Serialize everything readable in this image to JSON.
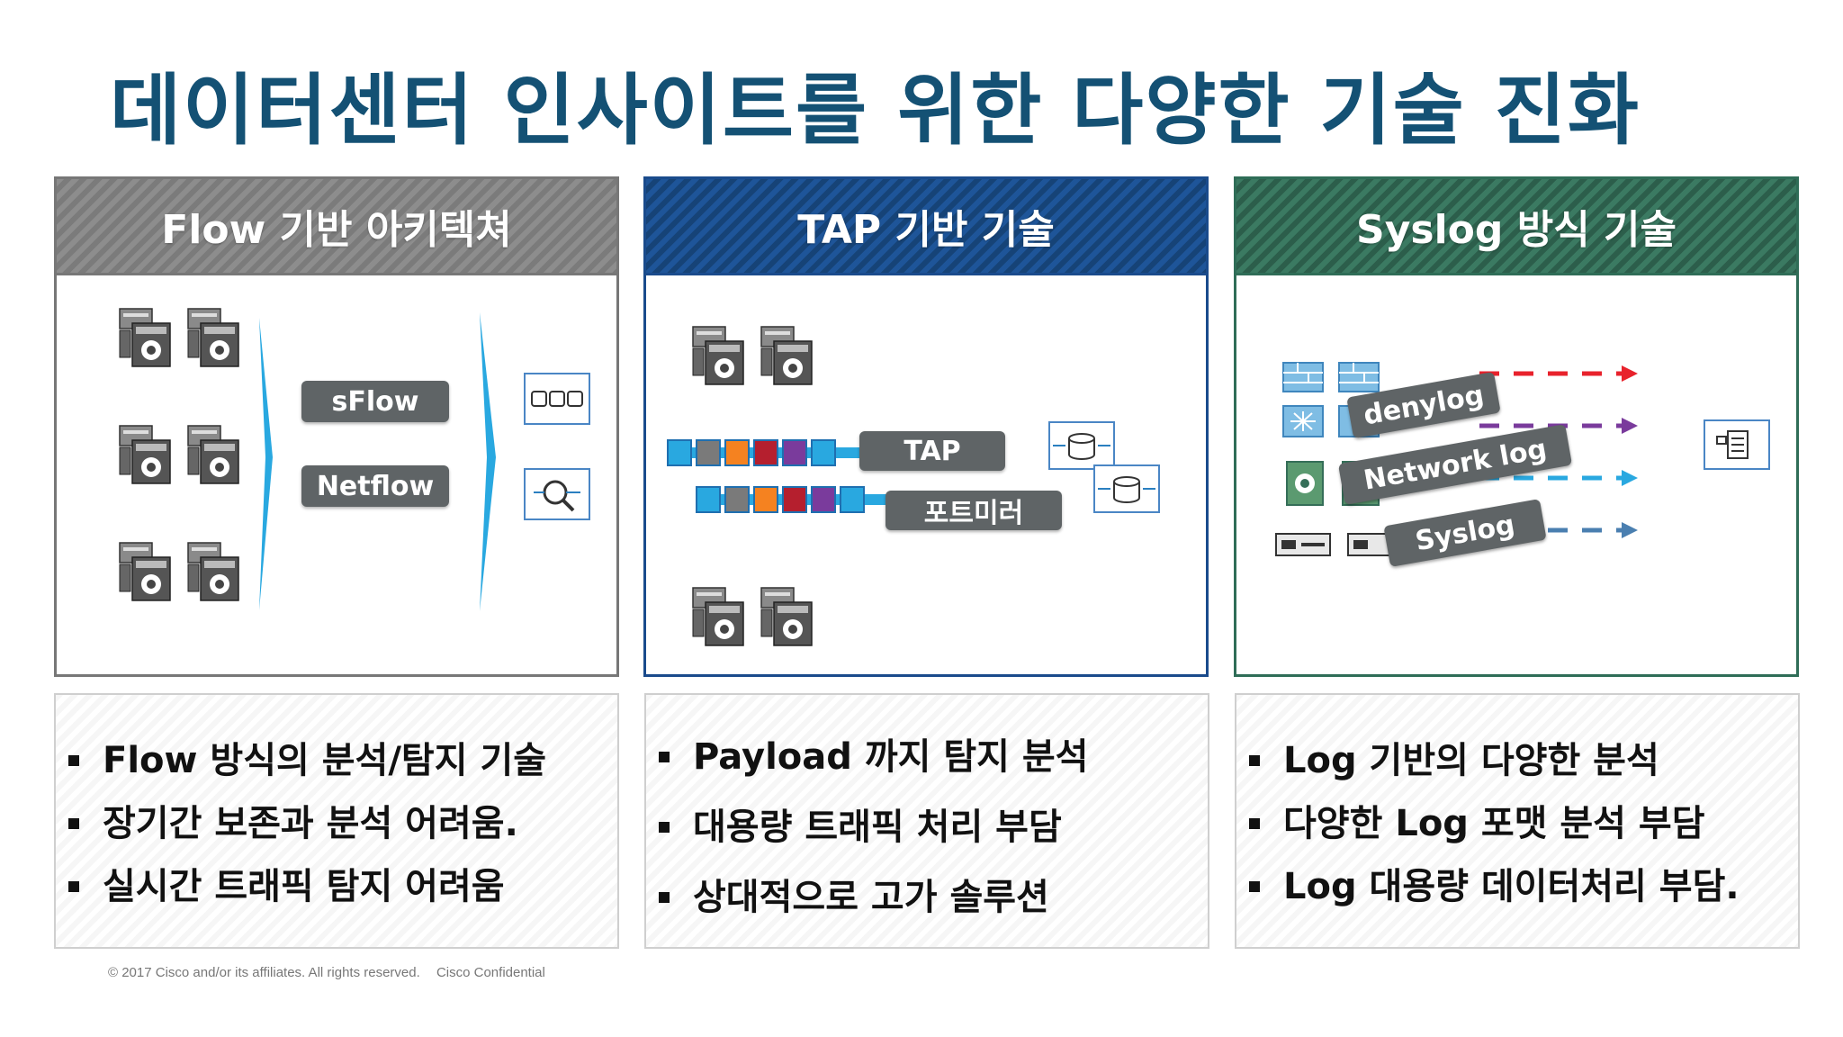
{
  "title": "데이터센터 인사이트를 위한 다양한 기술 진화",
  "panels": [
    {
      "header": "Flow 기반 아키텍쳐",
      "labels": [
        "sFlow",
        "Netflow"
      ],
      "bullets": [
        "Flow 방식의 분석/탐지 기술",
        "장기간 보존과 분석 어려움.",
        "실시간 트래픽 탐지 어려움"
      ]
    },
    {
      "header": "TAP 기반 기술",
      "labels": [
        "TAP",
        "포트미러"
      ],
      "bullets": [
        "Payload 까지 탐지 분석",
        "대용량 트래픽 처리 부담",
        "상대적으로 고가 솔루션"
      ]
    },
    {
      "header": "Syslog 방식 기술",
      "labels": [
        "denylog",
        "Network log",
        "Syslog"
      ],
      "bullets": [
        "Log 기반의 다양한 분석",
        "다양한 Log 포맷 분석 부담",
        "Log 대용량 데이터처리 부담."
      ]
    }
  ],
  "colors": {
    "title": "#145174",
    "flow_header": "#858585",
    "tap_header": "#1b4d8a",
    "syslog_header": "#356e58",
    "packet_colors": [
      "#29a8e0",
      "#7a7a7a",
      "#f58220",
      "#b51f2e",
      "#7a3b9c",
      "#29a8e0"
    ],
    "arrow_colors": [
      "#e8222c",
      "#7a3b9c",
      "#29a8e0",
      "#4a7fb0"
    ]
  },
  "icons": [
    "switch-stack-icon",
    "storage-icon",
    "analyzer-icon",
    "firewall-icon",
    "server-icon"
  ],
  "footer": {
    "copyright": "© 2017  Cisco and/or its affiliates. All rights reserved.",
    "confidential": "Cisco Confidential"
  }
}
